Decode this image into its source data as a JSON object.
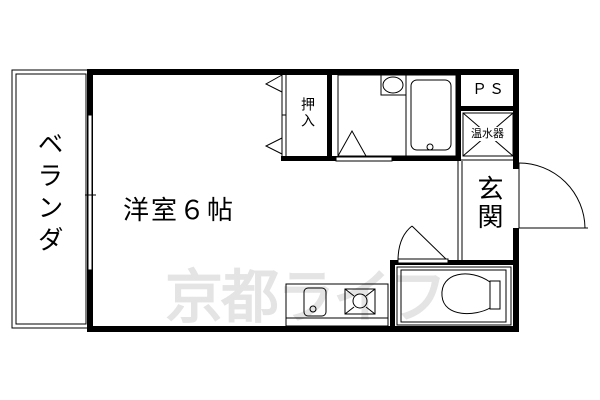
{
  "floorplan": {
    "rooms": {
      "veranda": "ベランダ",
      "western_room": "洋室６帖",
      "closet": "押入",
      "ps": "ＰＳ",
      "water_heater": "温水器",
      "entrance": "玄関"
    },
    "watermark": "京都ライフ"
  }
}
